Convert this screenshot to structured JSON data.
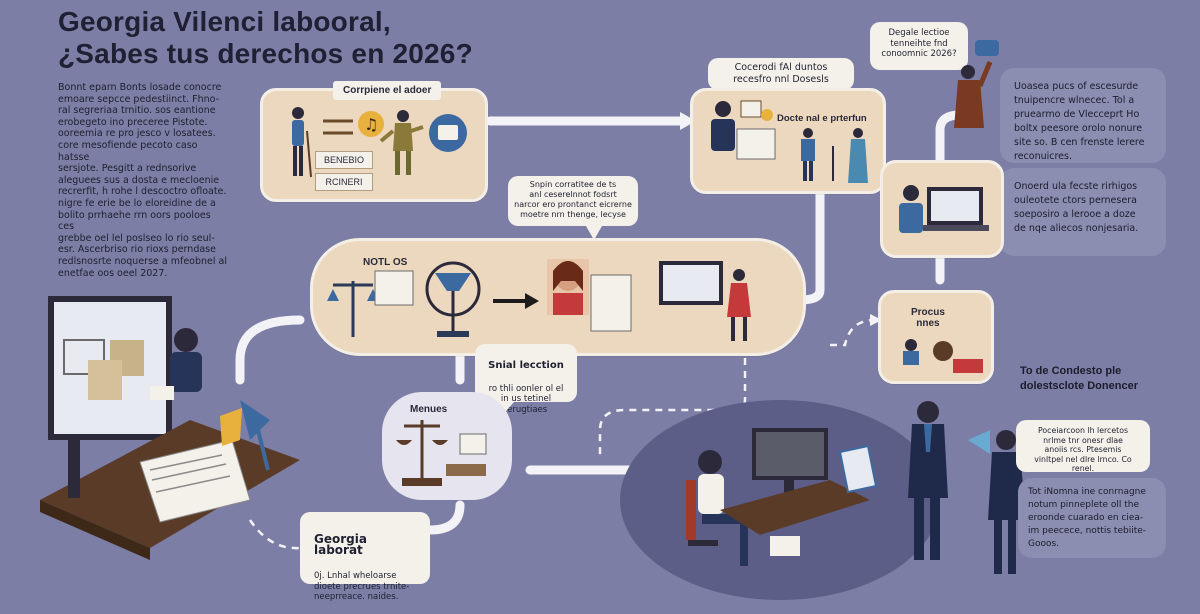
{
  "header": {
    "title_line1": "Georgia Vilenci labooral,",
    "title_line2": "¿Sabes tus derechos en  2026?"
  },
  "intro_text": "Bonnt eparn Bonts losade conocre\nemoare sepcce pedestiinct. Fhno-\nral segreriaa trnitio.  sos  eantione\nerobegeto ino  preceree Pistote.\nooreemia re pro jesco v losatees.\ncore mesofiende pecoto caso hatsse\nsersjote. Pesgitt a rednsorive\naleguees sus a dosta e mecloenie\nrecrerfit, h rohe l descoctro ofloate.\nnigre fe erie be lo eloreidine de a\nbolito prrhaehe rrn oors pooloes ces\ngrebbe oel lel poslseo lo rio seul-\nesr. Ascerbriso rio rioxs perndase\nredlsnosrte noquerse a mfeobnel al\nenetfae oos oeel 2027.",
  "panel_top": {
    "label": "Corrpiene el adoer",
    "badge1": "BENEBIO",
    "badge2": "RCINERI"
  },
  "card_top_center": {
    "text": "Cocerodi fAl duntos\nrecesfro nnl Dosesls"
  },
  "panel_top_right": {
    "label": "Docte nal e prterfun"
  },
  "speech_top_right": {
    "text": "Degale lectioe\ntenneihte fnd\nconoomnic 2026?"
  },
  "speech_mid": {
    "text": "Snpin corratitee de ts\nanl ceserelnnot fodsrt\nnarcor ero prontanct eicrerne\nmoetre nrn thenge, lecyse"
  },
  "panel_mid": {
    "label": "NOTL OS"
  },
  "speech_lower": {
    "title": "Snial lecction",
    "text": "ro thli oonler ol el\nin us tetinel lerugtiaes"
  },
  "panel_lower": {
    "label": "Menues"
  },
  "card_bottom_left": {
    "title": "Georgia laborat",
    "text": "0j.  Lnhal wheloarse\ndioete precrues trnite-\nneeprreace. naides."
  },
  "panel_right": {
    "label": "Procus\nnnes"
  },
  "side_cards": [
    {
      "text": "Uoasea pucs of escesurde\ntnuipencre wlnecec.  Tol a\npruearmo de Vlecceprt Ho\nboltx peesore orolo nonure\nsite so. B cen frenste lerere\nreconuicres."
    },
    {
      "text": "Onoerd ula fecste rirhigos\nouleotete ctors pernesera\nsoeposiro a lerooe a doze\nde nqe aliecos nonjesaria."
    }
  ],
  "heading_right": {
    "text": "To de Condesto ple\ndolestsclote Donencer"
  },
  "card_right": {
    "text": "Poceiarcoon lh lercetos\nnrlme tnr onesr dlae\nanoiis rcs. Ptesemis\nvinltpel nel dlre lrnco. Co\nrenel."
  },
  "side_card_bottom": {
    "text": "Tot iNomna ine conrnagne\nnotum pinneplete oll  the\neroonde cuarado en ciea-\nim peecece, nottis tebiite-\nGooos."
  },
  "colors": {
    "background": "#7c7ea6",
    "panel": "#ecd8bf",
    "card": "#f4f1ea",
    "dark_suit": "#1f2a4a",
    "desk": "#5a3b28"
  }
}
